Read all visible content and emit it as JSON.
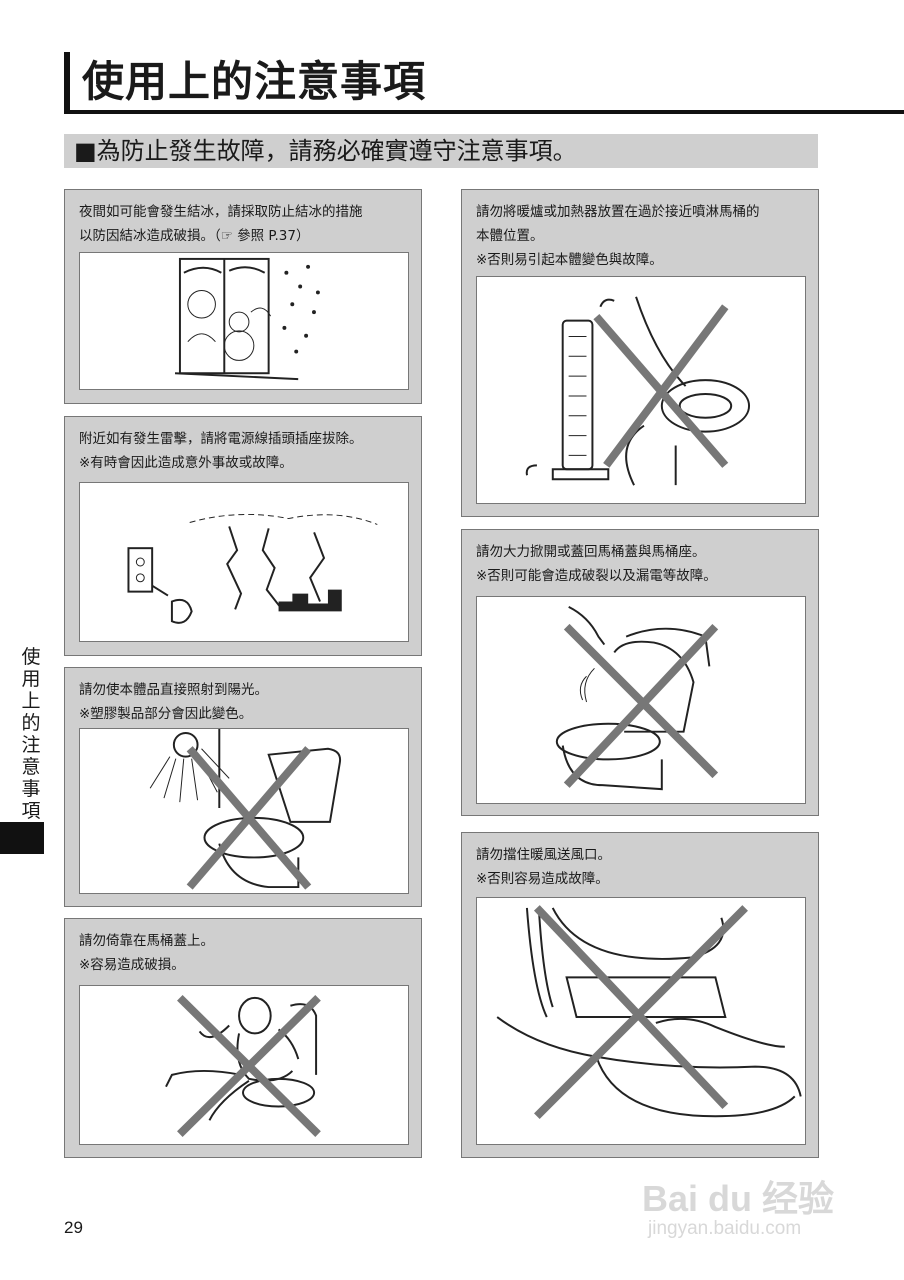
{
  "page": {
    "title": "使用上的注意事項",
    "subtitle": "■為防止發生故障，請務必確實遵守注意事項。",
    "side_label": "使用上的注意事項",
    "page_number": "29"
  },
  "cards": {
    "freeze": {
      "line1": "夜間如可能會發生結冰，請採取防止結冰的措施",
      "line2": "以防因結冰造成破損。（☞ 參照 P.37）"
    },
    "lightning": {
      "line1": "附近如有發生雷擊，請將電源線插頭插座拔除。",
      "line2": "※有時會因此造成意外事故或故障。"
    },
    "sunlight": {
      "line1": "請勿使本體品直接照射到陽光。",
      "line2": "※塑膠製品部分會因此變色。"
    },
    "lean": {
      "line1": "請勿倚靠在馬桶蓋上。",
      "line2": "※容易造成破損。"
    },
    "heater": {
      "line1": "請勿將暖爐或加熱器放置在過於接近噴淋馬桶的",
      "line2": "本體位置。",
      "line3": "※否則易引起本體變色與故障。"
    },
    "slam": {
      "line1": "請勿大力掀開或蓋回馬桶蓋與馬桶座。",
      "line2": "※否則可能會造成破裂以及漏電等故障。"
    },
    "vent": {
      "line1": "請勿擋住暖風送風口。",
      "line2": "※否則容易造成故障。"
    }
  },
  "watermark": {
    "logo": "Bai du 经验",
    "url": "jingyan.baidu.com"
  }
}
